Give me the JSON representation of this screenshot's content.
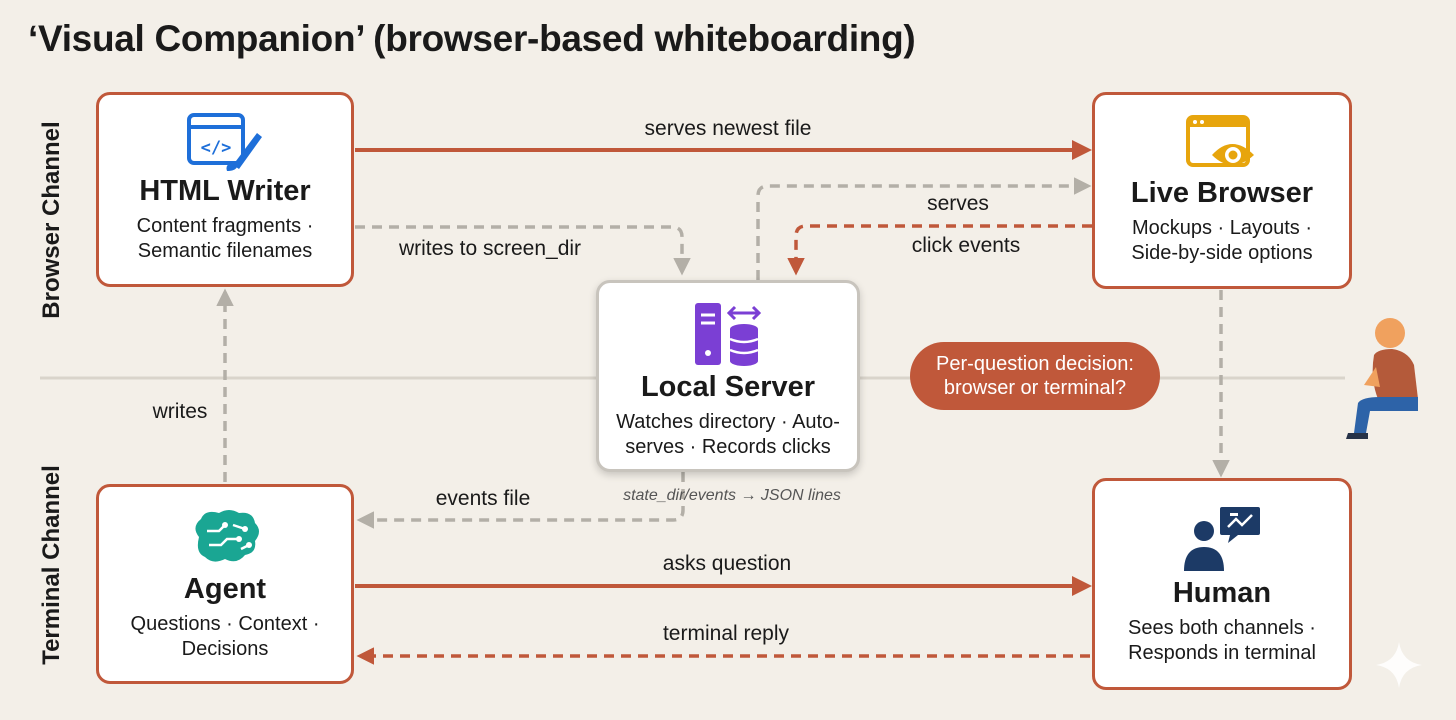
{
  "title": "‘Visual Companion’ (browser-based whiteboarding)",
  "channels": {
    "browser": "Browser Channel",
    "terminal": "Terminal Channel"
  },
  "nodes": {
    "html_writer": {
      "name": "HTML Writer",
      "desc1": "Content fragments ·",
      "desc2": "Semantic filenames",
      "icon": "code-window-brush-icon"
    },
    "live_browser": {
      "name": "Live Browser",
      "desc1": "Mockups · Layouts ·",
      "desc2": "Side-by-side options",
      "icon": "browser-eye-icon"
    },
    "local_server": {
      "name": "Local Server",
      "desc1": "Watches directory · Auto-",
      "desc2": "serves · Records clicks",
      "icon": "server-database-icon"
    },
    "agent": {
      "name": "Agent",
      "desc1": "Questions · Context ·",
      "desc2": "Decisions",
      "icon": "brain-icon"
    },
    "human": {
      "name": "Human",
      "desc1": "Sees both channels ·",
      "desc2": "Responds in terminal",
      "icon": "person-chat-icon"
    }
  },
  "edges": {
    "serves_newest_file": "serves newest file",
    "writes_to_screen_dir": "writes to screen_dir",
    "serves": "serves",
    "click_events": "click events",
    "writes": "writes",
    "events_file": "events file",
    "state_note": "state_dir/events → JSON lines",
    "asks_question": "asks question",
    "terminal_reply": "terminal reply"
  },
  "decision": {
    "line1": "Per-question decision:",
    "line2": "browser or terminal?"
  },
  "colors": {
    "accent": "#c0583a",
    "dashed_gray": "#b3afa7",
    "background": "#f3efe8"
  }
}
